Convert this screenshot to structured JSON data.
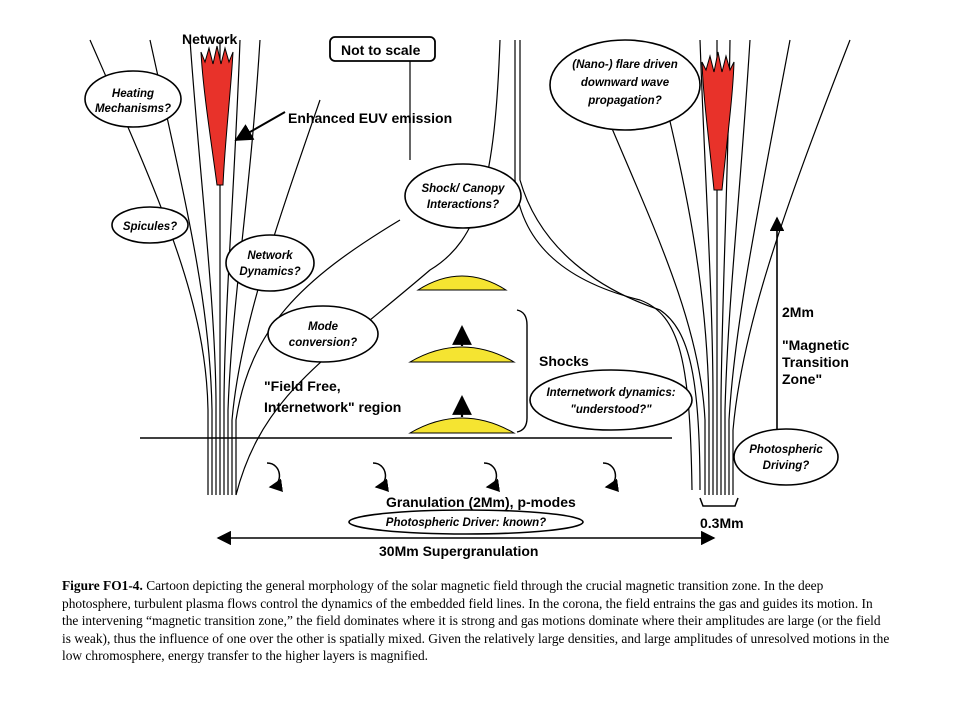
{
  "labels": {
    "network": "Network",
    "not_to_scale": "Not to scale",
    "enhanced_euv": "Enhanced EUV emission",
    "field_free_1": "\"Field Free,",
    "field_free_2": "Internetwork\" region",
    "shocks": "Shocks",
    "granulation": "Granulation (2Mm), p-modes",
    "supergranulation": "30Mm Supergranulation",
    "scale_03": "0.3Mm",
    "scale_2mm": "2Mm",
    "mtz_1": "\"Magnetic",
    "mtz_2": "Transition",
    "mtz_3": "Zone\""
  },
  "ovals": {
    "heating_1": "Heating",
    "heating_2": "Mechanisms?",
    "spicules": "Spicules?",
    "network_dyn_1": "Network",
    "network_dyn_2": "Dynamics?",
    "mode_1": "Mode",
    "mode_2": "conversion?",
    "shock_canopy_1": "Shock/ Canopy",
    "shock_canopy_2": "Interactions?",
    "nanoflare_1": "(Nano-) flare driven",
    "nanoflare_2": "downward wave",
    "nanoflare_3": "propagation?",
    "internetwork_1": "Internetwork dynamics:",
    "internetwork_2": "\"understood?\"",
    "photo_driving_1": "Photospheric",
    "photo_driving_2": "Driving?",
    "photo_driver": "Photospheric Driver: known?"
  },
  "caption": {
    "label": "Figure FO1-4.",
    "text": "Cartoon depicting the general morphology of the solar magnetic field through the crucial magnetic transition zone.  In the deep photosphere, turbulent plasma flows control the dynamics of the embedded field lines.  In the corona, the field entrains the gas and guides its motion.  In the intervening “magnetic transition zone,” the field dominates where it is strong and gas motions dominate where their amplitudes are large (or the field is weak), thus the influence of one over the other is spatially mixed.  Given the relatively large densities, and large amplitudes of unresolved motions in the low chromosphere, energy transfer to the higher layers is magnified."
  },
  "colors": {
    "flux_tube": "#e8322a",
    "shock_front": "#f5e431",
    "ink": "#000000"
  },
  "icons": [
    "circulation-arrow-icon",
    "up-arrow-icon",
    "double-arrow-icon"
  ]
}
